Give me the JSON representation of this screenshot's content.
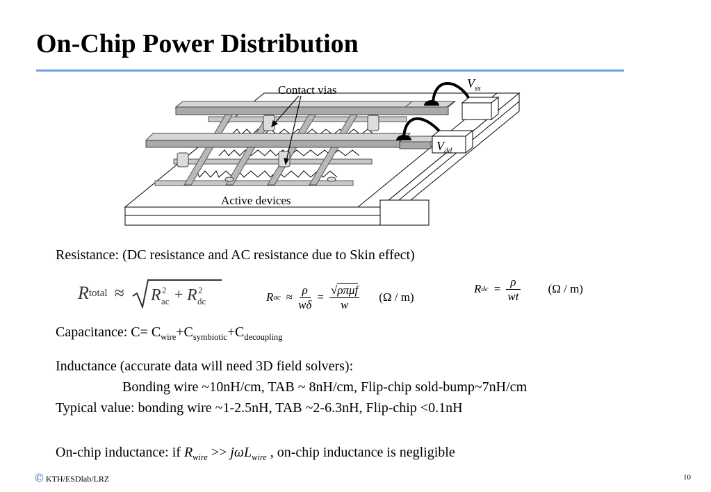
{
  "title": "On-Chip Power Distribution",
  "diagram": {
    "label_contact_vias": "Contact vias",
    "label_active_devices": "Active devices",
    "label_vss_main": "V",
    "label_vss_sub": "ss",
    "label_vdd_main": "V",
    "label_vdd_sub": "dd"
  },
  "resistance": {
    "heading": "Resistance: (DC resistance and AC resistance due to Skin effect)",
    "rtotal_R": "R",
    "rtotal_sub": "total",
    "rtotal_approx": "≈",
    "rac_R": "R",
    "rac_sub": "ac",
    "rac_num1": "ρ",
    "rac_den1": "wδ",
    "rac_sqrt_arg": "ρπμf",
    "rac_den2": "w",
    "rac_unit": "(Ω / m)",
    "rdc_R": "R",
    "rdc_sub": "dc",
    "rdc_num": "ρ",
    "rdc_den": "wt",
    "rdc_unit": "(Ω / m)"
  },
  "capacitance": {
    "prefix": "Capacitance:  C= C",
    "sub_wire": "wire",
    "plus1": "+C",
    "sub_symbiotic": "symbiotic",
    "plus2": "+C",
    "sub_decoupling": "decoupling"
  },
  "inductance": {
    "line1": "Inductance (accurate data will need 3D field solvers):",
    "line2": "Bonding wire ~10nH/cm, TAB ~ 8nH/cm, Flip-chip sold-bump~7nH/cm",
    "line3": "Typical value: bonding wire ~1-2.5nH,  TAB ~2-6.3nH,  Flip-chip <0.1nH"
  },
  "onchip": {
    "prefix": "On-chip inductance:  if ",
    "R": "R",
    "R_sub": "wire",
    "op": " >> ",
    "jwL": "jωL",
    "L_sub": "wire",
    "suffix": " ,  on-chip inductance is negligible"
  },
  "footer": {
    "copyright_symbol": "©",
    "copyright_text": "KTH/ESDlab/LRZ",
    "page_number": "10"
  }
}
